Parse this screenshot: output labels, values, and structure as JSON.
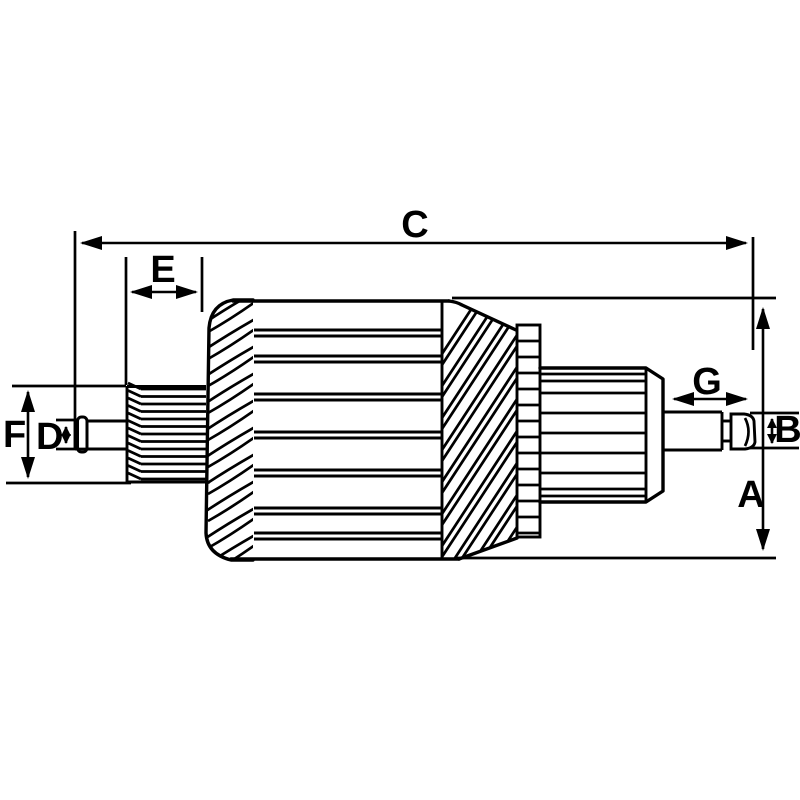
{
  "drawing": {
    "background_color": "#ffffff",
    "line_color": "#000000",
    "dimension_labels": {
      "A": "A",
      "B": "B",
      "C": "C",
      "D": "D",
      "E": "E",
      "F": "F",
      "G": "G"
    }
  }
}
